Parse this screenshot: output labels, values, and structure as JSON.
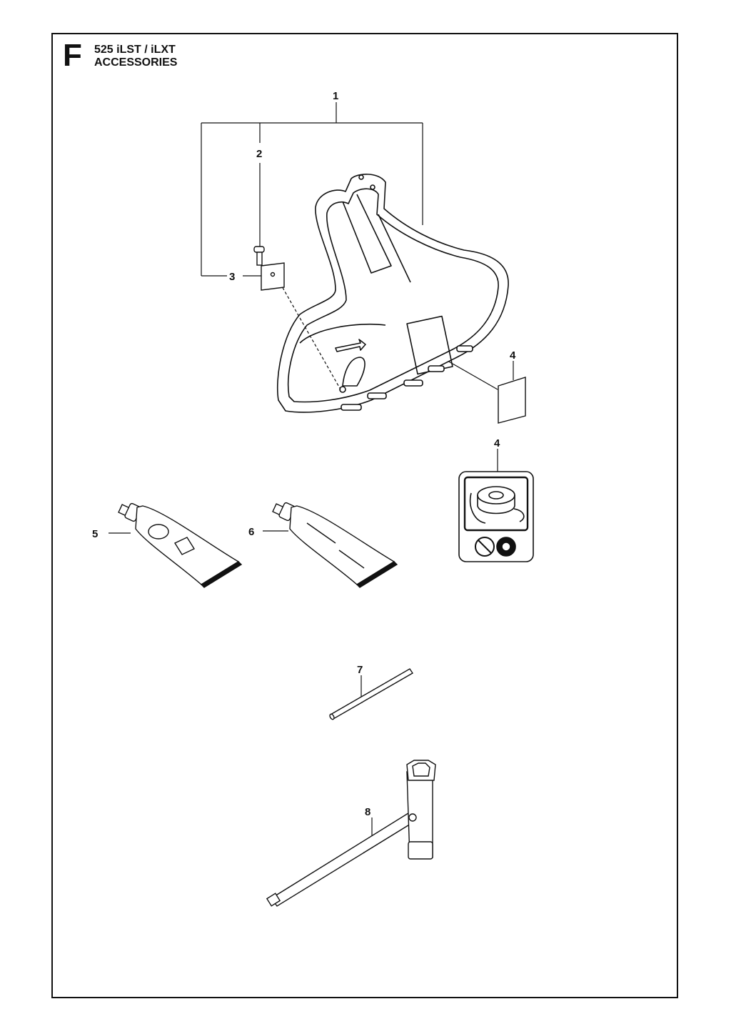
{
  "header": {
    "section": "F",
    "model": "525 iLST / iLXT",
    "group": "ACCESSORIES"
  },
  "callouts": {
    "c1": "1",
    "c2": "2",
    "c3": "3",
    "c4a": "4",
    "c4b": "4",
    "c5": "5",
    "c6": "6",
    "c7": "7",
    "c8": "8"
  },
  "icons": [
    "trimmer-guard-icon",
    "screw-icon",
    "plate-icon",
    "label-icon",
    "warning-decal-icon",
    "grease-tube-icon",
    "pin-icon",
    "spark-plug-wrench-icon"
  ]
}
